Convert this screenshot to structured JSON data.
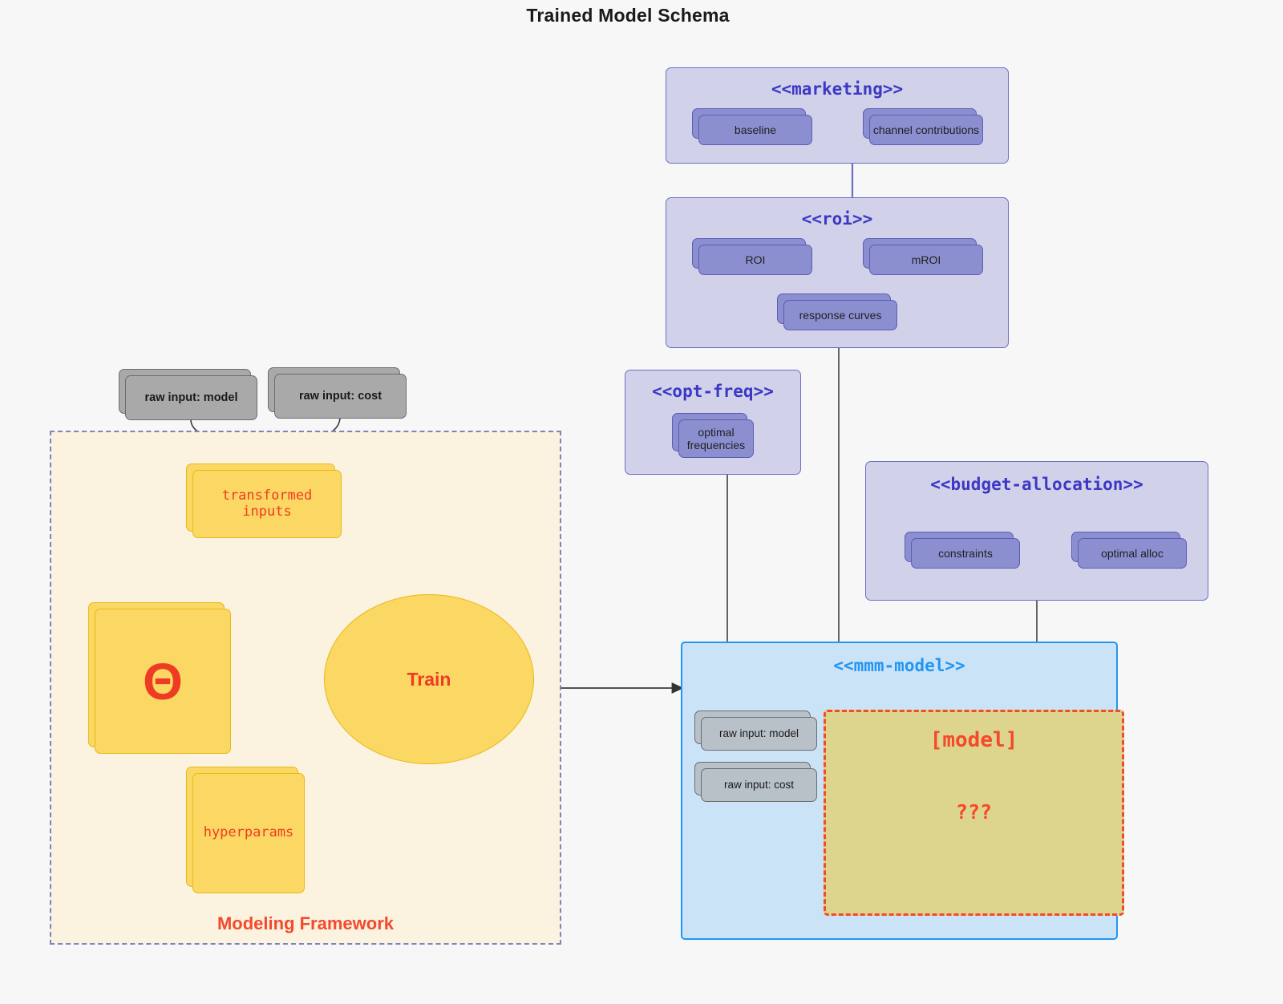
{
  "page": {
    "title": "Trained Model Schema",
    "background": "#f7f7f7"
  },
  "colors": {
    "package_fill": "#d1d2ea",
    "package_border": "#6c6fc4",
    "package_title": "#3c37c4",
    "node_purple": "#8b8fd0",
    "node_grey": "#a9a9a9",
    "node_yellow": "#fbd863",
    "accent_red": "#f4492b",
    "mmm_fill": "#cbe3f7",
    "mmm_border": "#2196f3",
    "framework_fill": "#fbf2e0",
    "framework_border": "#7b83c0",
    "placeholder_fill": "#ddd58e"
  },
  "framework": {
    "label": "Modeling Framework",
    "inputs": [
      {
        "label": "raw input: model"
      },
      {
        "label": "raw input: cost"
      }
    ],
    "transformed_inputs": "transformed inputs",
    "theta": "Θ",
    "hyperparams": "hyperparams",
    "train": "Train"
  },
  "packages": [
    {
      "id": "marketing",
      "title": "<<marketing>>",
      "nodes": [
        {
          "label": "baseline"
        },
        {
          "label": "channel contributions"
        }
      ],
      "relation": "bidirectional"
    },
    {
      "id": "roi",
      "title": "<<roi>>",
      "nodes": [
        {
          "label": "ROI"
        },
        {
          "label": "mROI"
        },
        {
          "label": "response curves"
        }
      ],
      "relation": "bidirectional"
    },
    {
      "id": "opt-freq",
      "title": "<<opt-freq>>",
      "nodes": [
        {
          "label": "optimal frequencies"
        }
      ],
      "relation": "none"
    },
    {
      "id": "budget-allocation",
      "title": "<<budget-allocation>>",
      "nodes": [
        {
          "label": "constraints"
        },
        {
          "label": "optimal alloc"
        }
      ],
      "relation": "bidirectional"
    }
  ],
  "mmm_model": {
    "title": "<<mmm-model>>",
    "inputs": [
      {
        "label": "raw input: model"
      },
      {
        "label": "raw input: cost"
      }
    ],
    "placeholder": {
      "name": "[model]",
      "unknown": "???"
    }
  }
}
